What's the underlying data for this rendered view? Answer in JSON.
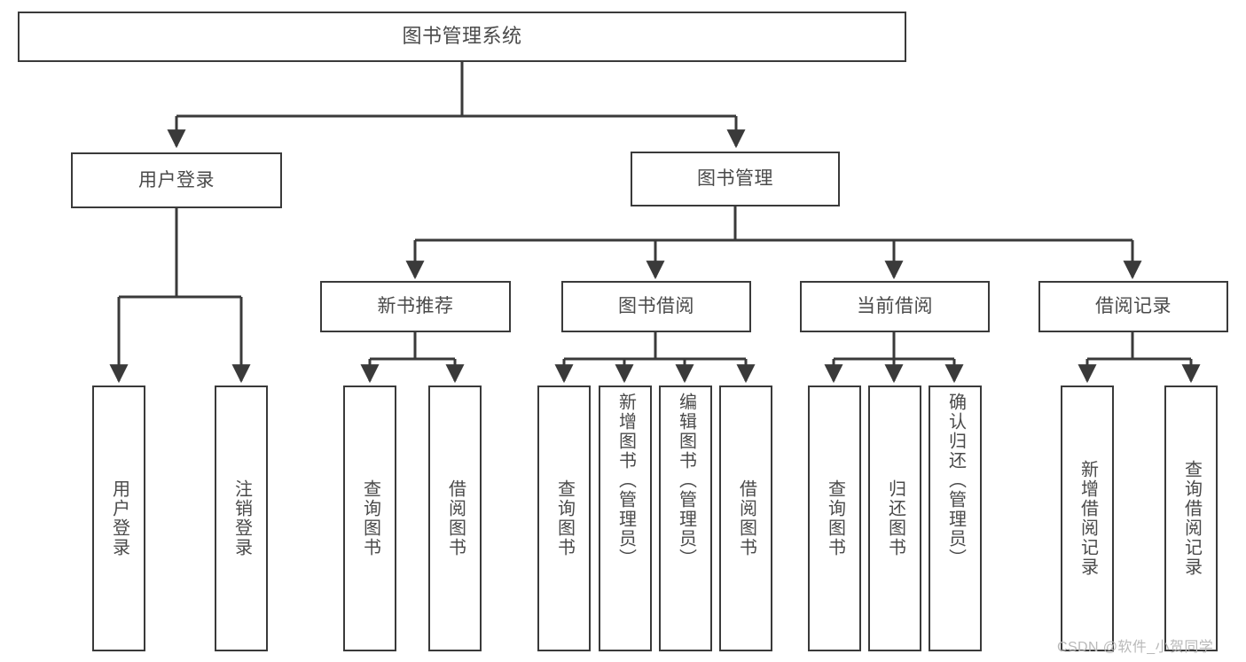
{
  "diagram": {
    "title": "图书管理系统",
    "type": "tree",
    "background_color": "#ffffff",
    "line_color": "#3a3a3a",
    "text_color": "#4a4a4a"
  },
  "nodes": {
    "root": {
      "label": "图书管理系统"
    },
    "level1": [
      {
        "id": "user-login",
        "label": "用户登录"
      },
      {
        "id": "book-management",
        "label": "图书管理"
      }
    ],
    "level2": [
      {
        "id": "new-book-recommend",
        "label": "新书推荐"
      },
      {
        "id": "book-borrow",
        "label": "图书借阅"
      },
      {
        "id": "current-borrow",
        "label": "当前借阅"
      },
      {
        "id": "borrow-record",
        "label": "借阅记录"
      }
    ],
    "leaves": [
      {
        "id": "leaf-user-login",
        "label": "用户登录",
        "parent": "user-login"
      },
      {
        "id": "leaf-logout-login",
        "label": "注销登录",
        "parent": "user-login"
      },
      {
        "id": "leaf-query-book-1",
        "label": "查询图书",
        "parent": "new-book-recommend"
      },
      {
        "id": "leaf-borrow-book-1",
        "label": "借阅图书",
        "parent": "new-book-recommend"
      },
      {
        "id": "leaf-query-book-2",
        "label": "查询图书",
        "parent": "book-borrow"
      },
      {
        "id": "leaf-add-book",
        "label": "新增图书（管理员）",
        "parent": "book-borrow"
      },
      {
        "id": "leaf-edit-book",
        "label": "编辑图书（管理员）",
        "parent": "book-borrow"
      },
      {
        "id": "leaf-borrow-book-2",
        "label": "借阅图书",
        "parent": "book-borrow"
      },
      {
        "id": "leaf-query-book-3",
        "label": "查询图书",
        "parent": "current-borrow"
      },
      {
        "id": "leaf-return-book",
        "label": "归还图书",
        "parent": "current-borrow"
      },
      {
        "id": "leaf-confirm-return",
        "label": "确认归还（管理员）",
        "parent": "current-borrow"
      },
      {
        "id": "leaf-add-record",
        "label": "新增借阅记录",
        "parent": "borrow-record"
      },
      {
        "id": "leaf-query-record",
        "label": "查询借阅记录",
        "parent": "borrow-record"
      }
    ]
  },
  "watermark": {
    "text": "CSDN @软件_小贺同学"
  }
}
